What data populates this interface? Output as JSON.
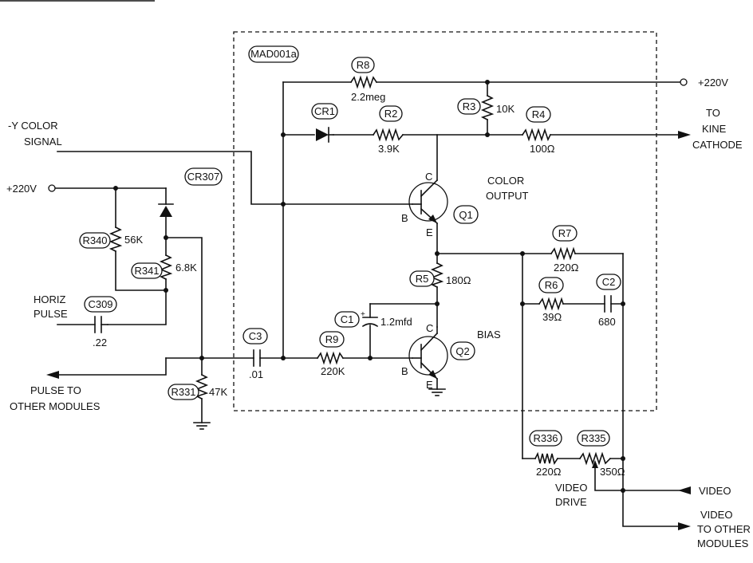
{
  "module_id": "MAD001a",
  "labels": {
    "neg_y_line1": "-Y COLOR",
    "neg_y_line2": "SIGNAL",
    "plus220_left": "+220V",
    "plus220_right": "+220V",
    "horiz_line1": "HORIZ",
    "horiz_line2": "PULSE",
    "pulse_out_line1": "PULSE TO",
    "pulse_out_line2": "OTHER MODULES",
    "to_line1": "TO",
    "to_line2": "KINE",
    "to_line3": "CATHODE",
    "color_line1": "COLOR",
    "color_line2": "OUTPUT",
    "bias": "BIAS",
    "video": "VIDEO",
    "video_drive_line1": "VIDEO",
    "video_drive_line2": "DRIVE",
    "video_other_line1": "VIDEO",
    "video_other_line2": "TO OTHER",
    "video_other_line3": "MODULES"
  },
  "components": {
    "R8": {
      "ref": "R8",
      "value": "2.2meg"
    },
    "CR1": {
      "ref": "CR1"
    },
    "R2": {
      "ref": "R2",
      "value": "3.9K"
    },
    "R3": {
      "ref": "R3",
      "value": "10K"
    },
    "R4": {
      "ref": "R4",
      "value": "100Ω"
    },
    "Q1": {
      "ref": "Q1",
      "c": "C",
      "b": "B",
      "e": "E"
    },
    "R7": {
      "ref": "R7",
      "value": "220Ω"
    },
    "R6": {
      "ref": "R6",
      "value": "39Ω"
    },
    "C2": {
      "ref": "C2",
      "value": "680"
    },
    "R5": {
      "ref": "R5",
      "value": "180Ω"
    },
    "C1": {
      "ref": "C1",
      "value": "1.2mfd"
    },
    "Q2": {
      "ref": "Q2",
      "c": "C",
      "b": "B",
      "e": "E"
    },
    "R9": {
      "ref": "R9",
      "value": "220K"
    },
    "C3": {
      "ref": "C3",
      "value": ".01"
    },
    "CR307": {
      "ref": "CR307"
    },
    "R340": {
      "ref": "R340",
      "value": "56K"
    },
    "R341": {
      "ref": "R341",
      "value": "6.8K"
    },
    "C309": {
      "ref": "C309",
      "value": ".22"
    },
    "R331": {
      "ref": "R331",
      "value": "47K"
    },
    "R336": {
      "ref": "R336",
      "value": "220Ω"
    },
    "R335": {
      "ref": "R335",
      "value": "350Ω"
    }
  }
}
